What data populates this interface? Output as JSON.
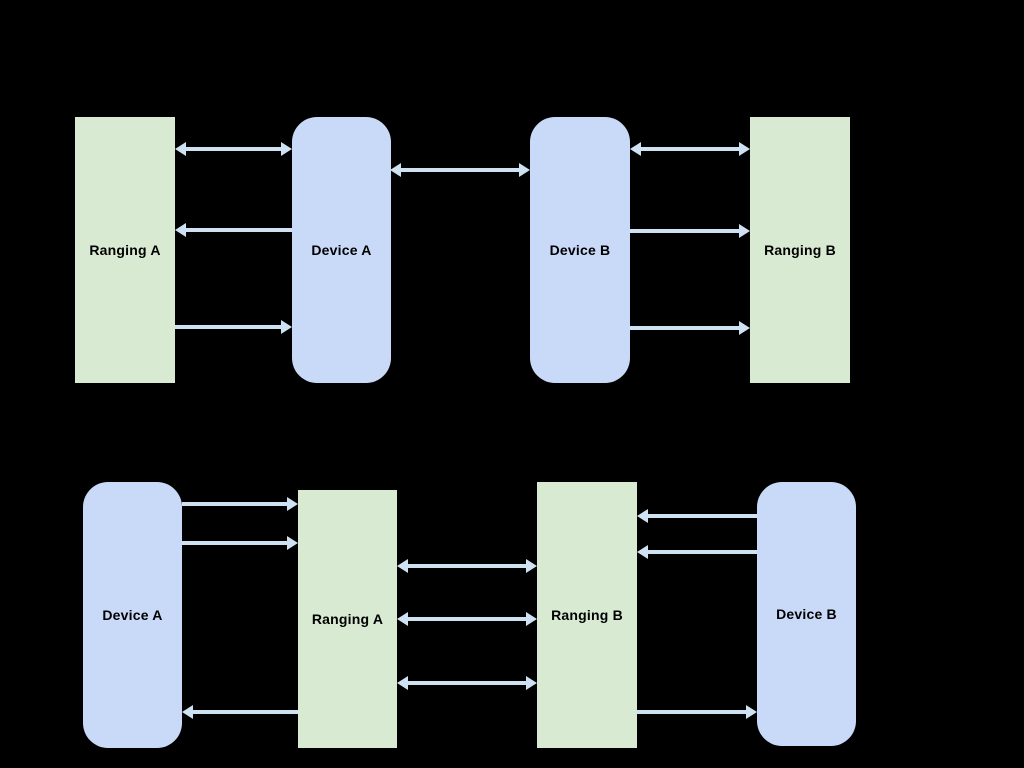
{
  "colors": {
    "background": "#000000",
    "device_box": "#c9daf8",
    "ranging_box": "#d9ead3",
    "arrow": "#cfe2f3",
    "label_text": "#000000"
  },
  "boxes": [
    {
      "id": "top-ranging-a",
      "label": "Ranging A",
      "kind": "ranging"
    },
    {
      "id": "top-device-a",
      "label": "Device A",
      "kind": "device"
    },
    {
      "id": "top-device-b",
      "label": "Device B",
      "kind": "device"
    },
    {
      "id": "top-ranging-b",
      "label": "Ranging B",
      "kind": "ranging"
    },
    {
      "id": "bottom-device-a",
      "label": "Device A",
      "kind": "device"
    },
    {
      "id": "bottom-ranging-a",
      "label": "Ranging A",
      "kind": "ranging"
    },
    {
      "id": "bottom-ranging-b",
      "label": "Ranging B",
      "kind": "ranging"
    },
    {
      "id": "bottom-device-b",
      "label": "Device B",
      "kind": "device"
    }
  ],
  "connections": {
    "top_diagram": [
      {
        "from": "Ranging A",
        "to": "Device A",
        "type": "bidirectional"
      },
      {
        "from": "Device A",
        "to": "Ranging A",
        "type": "single"
      },
      {
        "from": "Ranging A",
        "to": "Device A",
        "type": "single"
      },
      {
        "from": "Device A",
        "to": "Device B",
        "type": "bidirectional"
      },
      {
        "from": "Device B",
        "to": "Ranging B",
        "type": "bidirectional"
      },
      {
        "from": "Device B",
        "to": "Ranging B",
        "type": "single"
      },
      {
        "from": "Device B",
        "to": "Ranging B",
        "type": "single"
      }
    ],
    "bottom_diagram": [
      {
        "from": "Device A",
        "to": "Ranging A",
        "type": "single"
      },
      {
        "from": "Device A",
        "to": "Ranging A",
        "type": "single"
      },
      {
        "from": "Ranging A",
        "to": "Device A",
        "type": "single"
      },
      {
        "from": "Ranging A",
        "to": "Ranging B",
        "type": "bidirectional"
      },
      {
        "from": "Ranging A",
        "to": "Ranging B",
        "type": "bidirectional"
      },
      {
        "from": "Ranging A",
        "to": "Ranging B",
        "type": "bidirectional"
      },
      {
        "from": "Device B",
        "to": "Ranging B",
        "type": "single"
      },
      {
        "from": "Device B",
        "to": "Ranging B",
        "type": "single"
      },
      {
        "from": "Ranging B",
        "to": "Device B",
        "type": "single"
      }
    ]
  }
}
